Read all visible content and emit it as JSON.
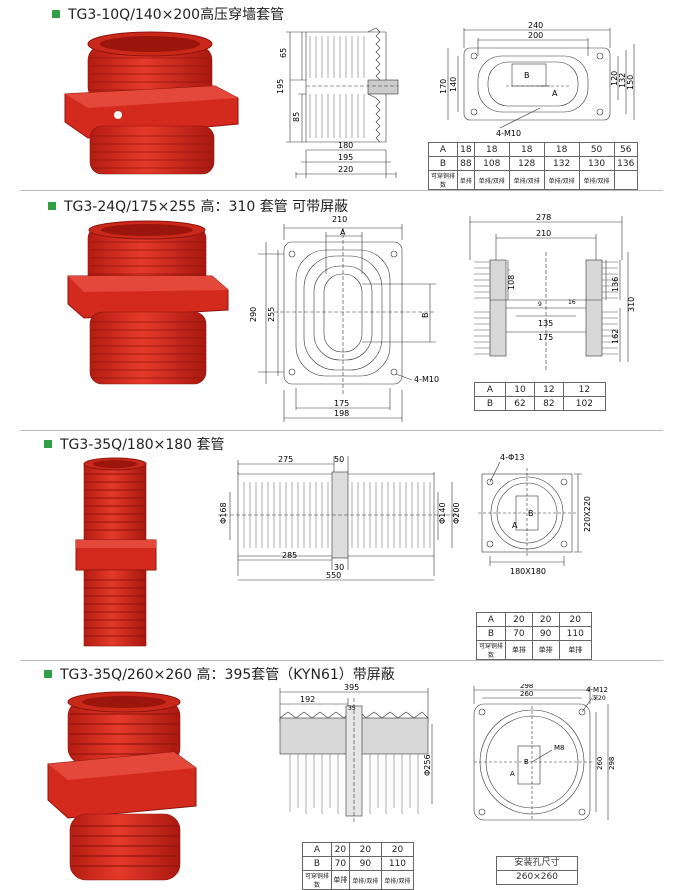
{
  "products": [
    {
      "title": "TG3-10Q/140×200高压穿墙套管",
      "side": {
        "dim_left": [
          "65",
          "195",
          "85"
        ],
        "dim_bottom": [
          "180",
          "195",
          "220"
        ]
      },
      "plan": {
        "dim_top": [
          "240",
          "200"
        ],
        "dim_left": [
          "170",
          "140"
        ],
        "dim_right": [
          "120",
          "132",
          "150"
        ],
        "label_b": "B",
        "label_a": "A",
        "bolt": "4-M10"
      },
      "table": {
        "rows": [
          {
            "head": "A",
            "cells": [
              "18",
              "18",
              "18",
              "18",
              "50",
              "56"
            ]
          },
          {
            "head": "B",
            "cells": [
              "88",
              "108",
              "128",
              "132",
              "130",
              "136"
            ]
          },
          {
            "head": "可穿铜排数",
            "cells": [
              "单排",
              "单排/双排",
              "单排/双排",
              "单排/双排",
              "单排/双排",
              ""
            ]
          }
        ]
      }
    },
    {
      "title": "TG3-24Q/175×255 高：310 套管 可带屏蔽",
      "plan": {
        "dim_top": "210",
        "label_a": "A",
        "dim_left": [
          "290",
          "255"
        ],
        "label_b": "B",
        "bolt": "4-M10",
        "dim_bottom": [
          "175",
          "198"
        ]
      },
      "side": {
        "dim_top": [
          "278",
          "210"
        ],
        "dim_left": "108",
        "dim_right": [
          "310",
          "136",
          "162"
        ],
        "dim_inner": [
          "135",
          "175",
          "16",
          "9"
        ]
      },
      "table": {
        "rows": [
          {
            "head": "A",
            "cells": [
              "10",
              "12",
              "12"
            ]
          },
          {
            "head": "B",
            "cells": [
              "62",
              "82",
              "102"
            ]
          }
        ]
      }
    },
    {
      "title": "TG3-35Q/180×180 套管",
      "side": {
        "dim_top": [
          "275",
          "50"
        ],
        "dim_left": "Φ168",
        "dim_right": [
          "Φ140",
          "Φ200"
        ],
        "dim_bottom": [
          "285",
          "30",
          "550"
        ]
      },
      "plan": {
        "bolt": "4-Φ13",
        "dim_right": "220X220",
        "dim_bottom": "180X180",
        "label_a": "A",
        "label_b": "B"
      },
      "table": {
        "rows": [
          {
            "head": "A",
            "cells": [
              "20",
              "20",
              "20"
            ]
          },
          {
            "head": "B",
            "cells": [
              "70",
              "90",
              "110"
            ]
          },
          {
            "head": "可穿铜排数",
            "cells": [
              "单排",
              "单排",
              "单排"
            ]
          }
        ]
      }
    },
    {
      "title": "TG3-35Q/260×260 高：395套管（KYN61）带屏蔽",
      "side": {
        "dim_top": [
          "395",
          "192",
          "35"
        ],
        "dim_right": "Φ256"
      },
      "plan": {
        "dim_top": [
          "298",
          "260"
        ],
        "bolt": "4-M12",
        "depth": "深20",
        "label_m": "M8",
        "dim_right": [
          "260",
          "298"
        ],
        "label_a": "A",
        "label_b": "B"
      },
      "table": {
        "rows": [
          {
            "head": "A",
            "cells": [
              "20",
              "20",
              "20"
            ]
          },
          {
            "head": "B",
            "cells": [
              "70",
              "90",
              "110"
            ]
          },
          {
            "head": "可穿铜排数",
            "cells": [
              "单排",
              "单排/双排",
              "单排/双排"
            ]
          }
        ]
      },
      "install": {
        "label": "安装孔尺寸",
        "value": "260×260"
      }
    }
  ],
  "colors": {
    "bushing_red": "#d42a1e",
    "bushing_dark": "#a81810",
    "bullet": "#2f9e44",
    "line": "#333333"
  }
}
